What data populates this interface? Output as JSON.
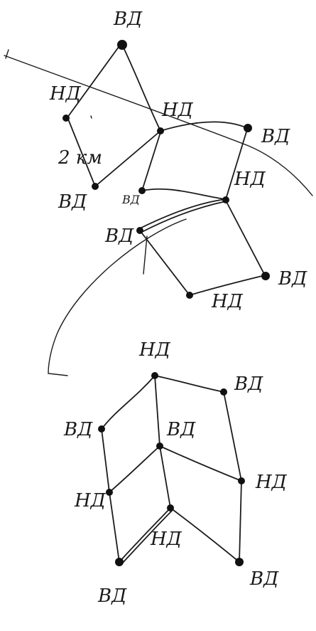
{
  "colors": {
    "ink": "#1b1b1b",
    "paper": "#ffffff"
  },
  "labels": {
    "top_vd": "ВД",
    "left_nd": "НД",
    "center_nd": "НД",
    "right_vd": "ВД",
    "km_label": "2 км",
    "lower_left_vd": "ВД",
    "small_vd": "ВД",
    "right_nd": "НД",
    "mid_left_vd": "ВД",
    "mid_right_vd": "ВД",
    "mid_bottom_nd": "НД",
    "b_top_nd": "НД",
    "b_top_right_vd": "ВД",
    "b_left_vd": "ВД",
    "b_center_vd": "ВД",
    "b_left_nd": "НД",
    "b_right_nd": "НД",
    "b_inner_nd": "НД",
    "b_bottom_left_vd": "ВД",
    "b_bottom_right_vd": "ВД"
  }
}
